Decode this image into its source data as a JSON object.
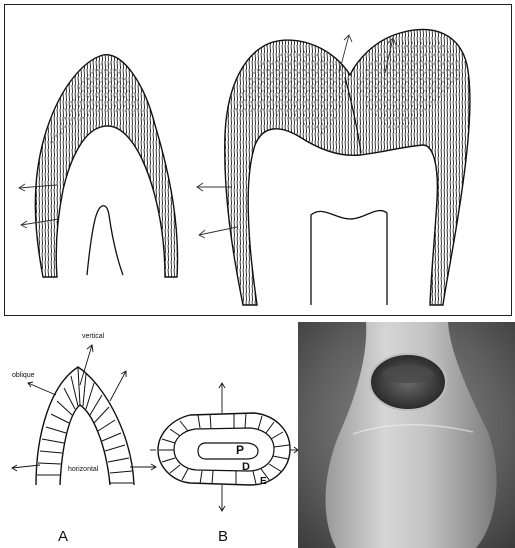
{
  "panel_a": {
    "labels": {
      "vertical": "vertical",
      "oblique": "oblique",
      "horizontal": "horizontal"
    },
    "caption": "A"
  },
  "panel_b": {
    "labels": {
      "pulp": "P",
      "dentin": "D",
      "enamel": "E"
    },
    "caption": "B"
  },
  "colors": {
    "ink": "#111111",
    "paper": "#ffffff"
  }
}
